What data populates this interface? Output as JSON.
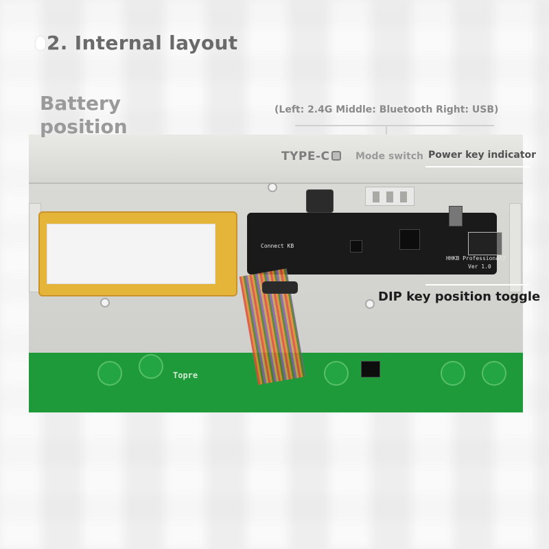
{
  "heading": "2. Internal layout",
  "mode_note": "(Left: 2.4G Middle: Bluetooth Right: USB)",
  "labels": {
    "type_c": "TYPE-C",
    "mode_switch": "Mode switch",
    "power_indicator": "Power key indicator",
    "battery_line1": "Battery",
    "battery_line2": "position",
    "dip_toggle": "DIP key position toggle"
  },
  "pcb_silkscreen": {
    "connect": "Connect KB",
    "model": "HHKB Professional2",
    "version": "Ver 1.0",
    "board_text": "Topre"
  },
  "colors": {
    "battery": "#e5b53a",
    "pcb": "#1a1a1a",
    "board": "#1f9a3a",
    "heading": "#6a6a6a"
  }
}
